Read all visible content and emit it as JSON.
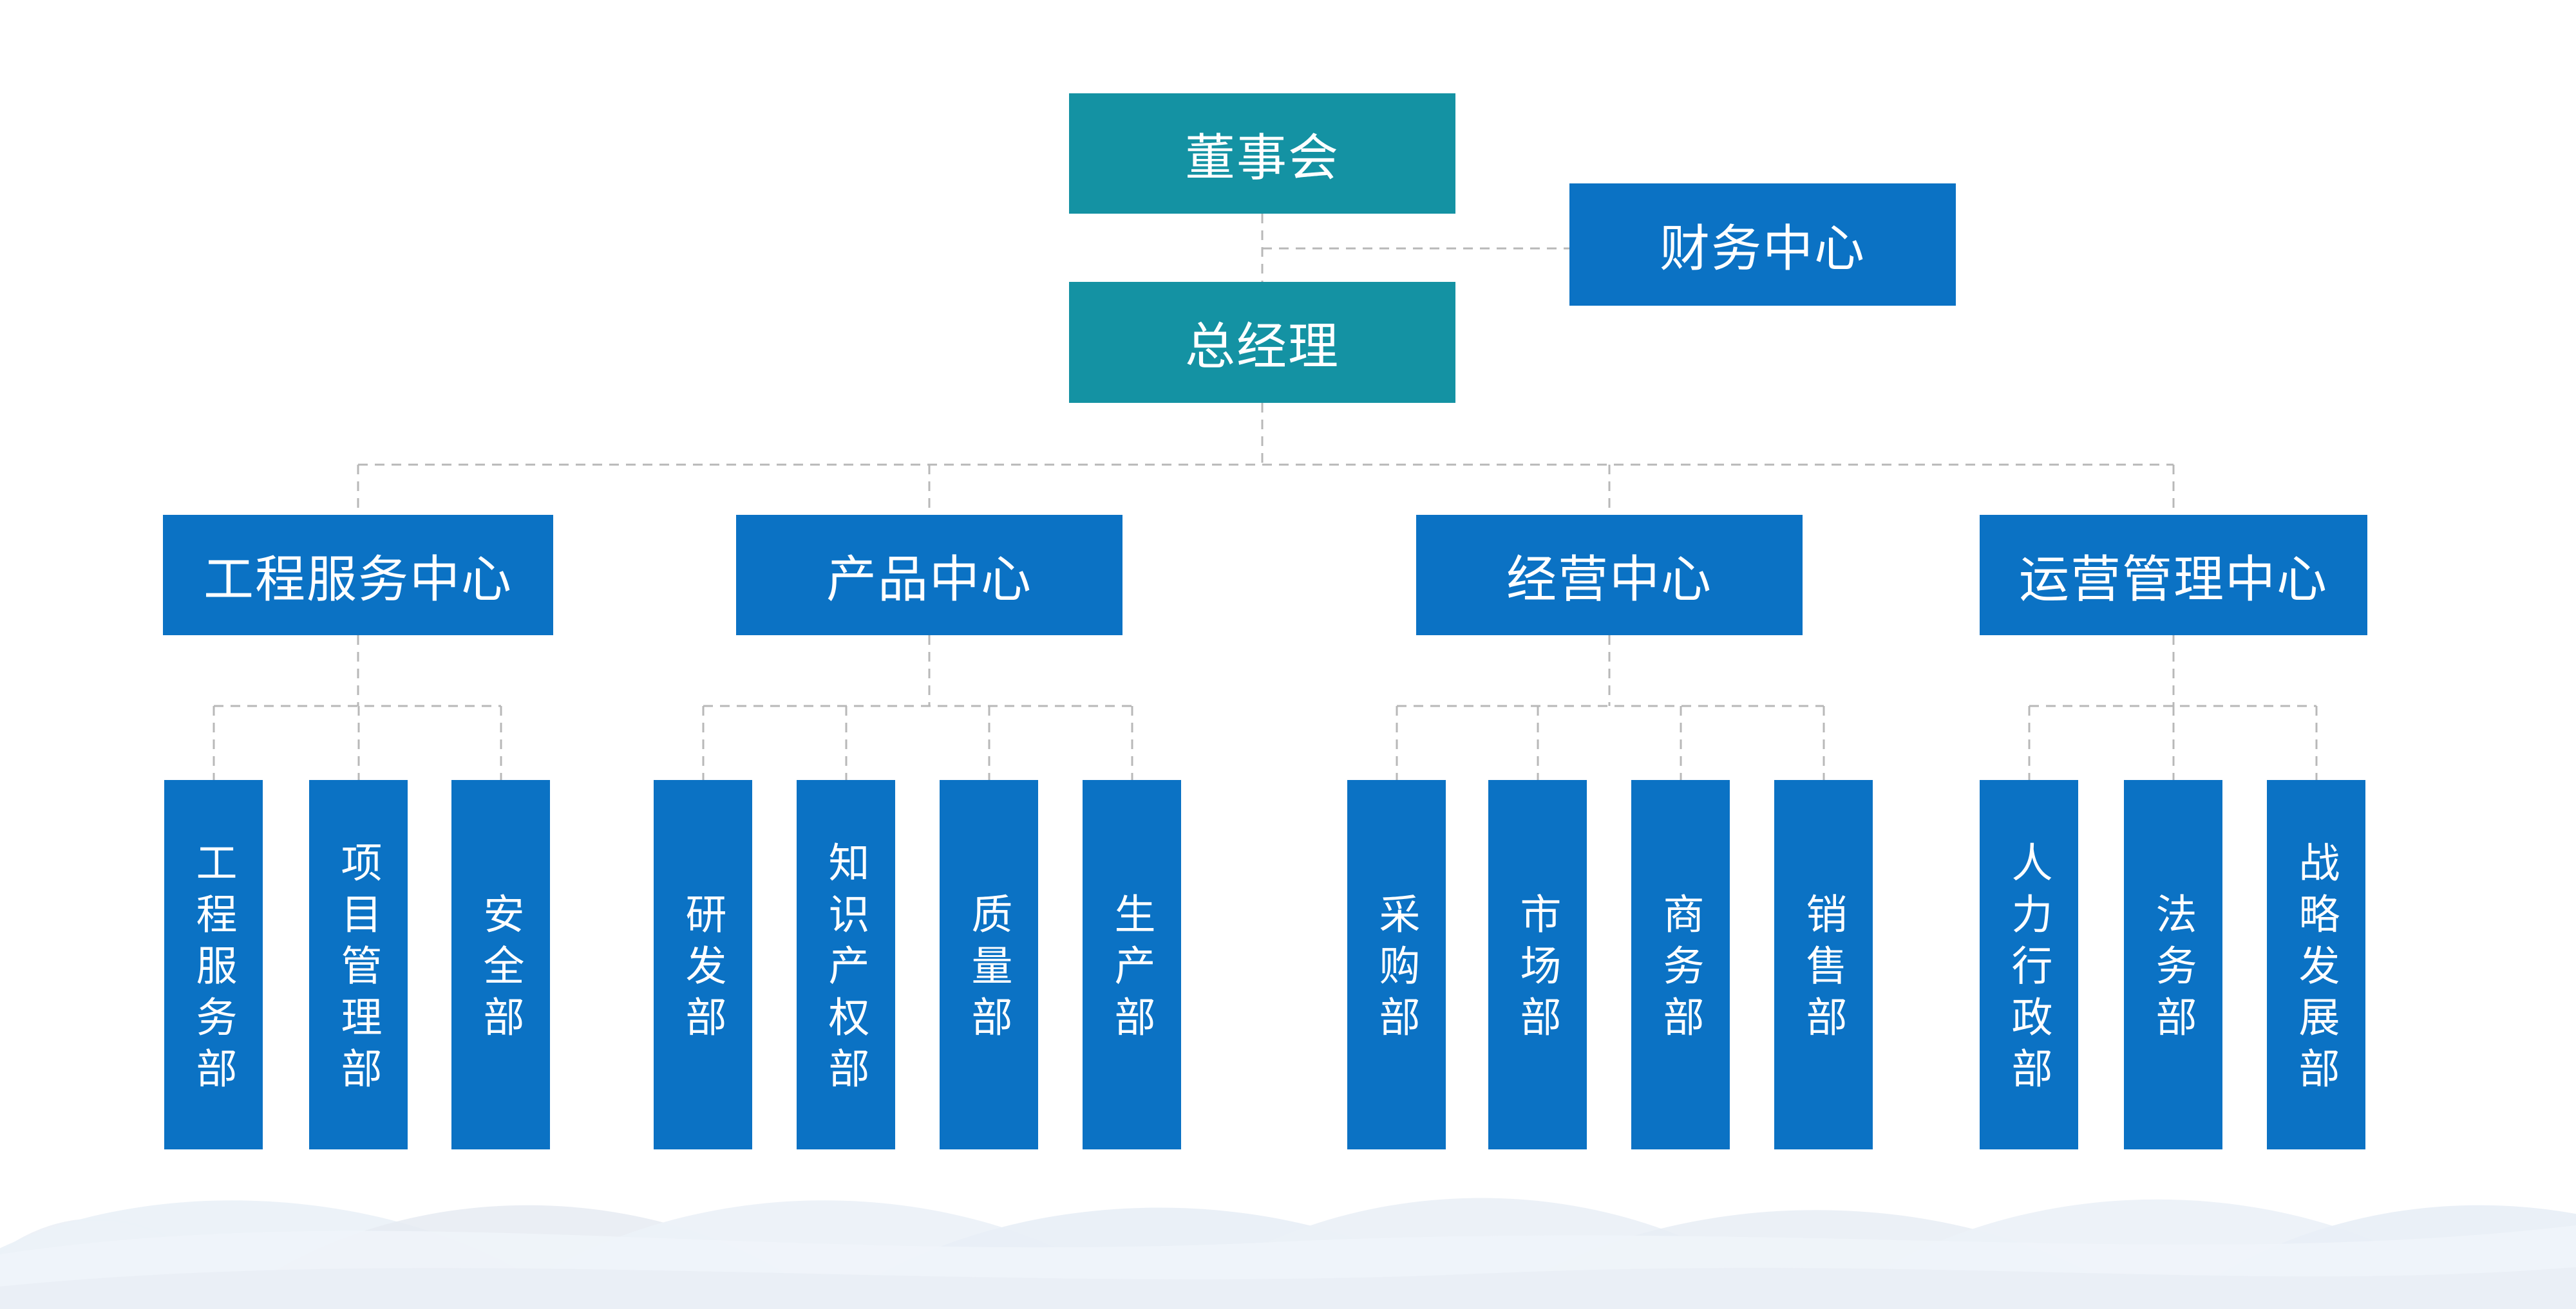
{
  "palette": {
    "executive_teal": "#1492A3",
    "department_blue": "#0B72C4",
    "connector_gray": "#B8B8B8",
    "node_text": "#FFFFFF",
    "wave_light": "#ECF1F8",
    "wave_mid": "#E7EDF5"
  },
  "org_chart": {
    "root": {
      "label": "董事会"
    },
    "staff": {
      "label": "财务中心"
    },
    "general_manager": {
      "label": "总经理"
    },
    "groups": [
      {
        "label": "工程服务中心",
        "children": [
          {
            "label": "工程服务部"
          },
          {
            "label": "项目管理部"
          },
          {
            "label": "安全部"
          }
        ]
      },
      {
        "label": "产品中心",
        "children": [
          {
            "label": "研发部"
          },
          {
            "label": "知识产权部"
          },
          {
            "label": "质量部"
          },
          {
            "label": "生产部"
          }
        ]
      },
      {
        "label": "经营中心",
        "children": [
          {
            "label": "采购部"
          },
          {
            "label": "市场部"
          },
          {
            "label": "商务部"
          },
          {
            "label": "销售部"
          }
        ]
      },
      {
        "label": "运营管理中心",
        "children": [
          {
            "label": "人力行政部"
          },
          {
            "label": "法务部"
          },
          {
            "label": "战略发展部"
          }
        ]
      }
    ]
  }
}
